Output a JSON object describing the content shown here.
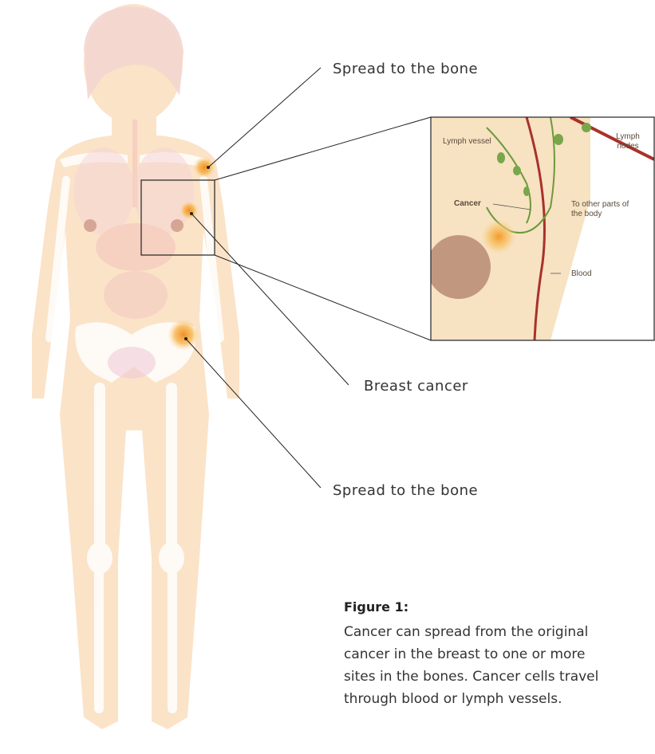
{
  "labels": {
    "spread_bone_top": "Spread to the bone",
    "breast_cancer": "Breast cancer",
    "spread_bone_bottom": "Spread to the bone"
  },
  "inset": {
    "lymph_vessel": "Lymph vessel",
    "lymph_nodes": "Lymph nodes",
    "cancer": "Cancer",
    "to_other_parts": "To other parts of the body",
    "blood": "Blood"
  },
  "caption": {
    "title": "Figure 1:",
    "text": "Cancer can spread from the original cancer in the breast to one or more sites in the bones. Cancer cells travel through blood or lymph vessels."
  },
  "colors": {
    "body": "#fbe3c8",
    "bone": "#ffffff",
    "tumor": "#f5a623",
    "vessel": "#b22a2a",
    "lymph": "#6b9a3a",
    "inset_bg": "#f7e2c2"
  }
}
